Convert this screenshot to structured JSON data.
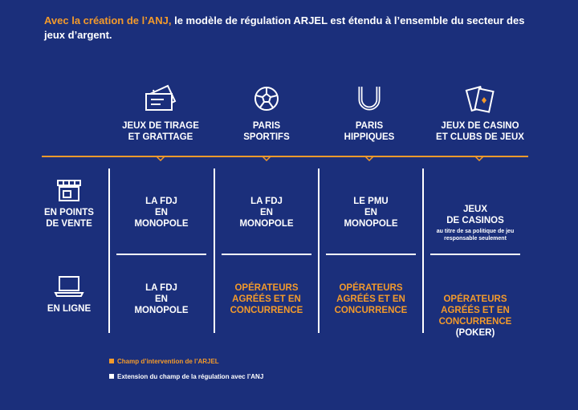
{
  "intro": {
    "highlight": "Avec la création de l’ANJ,",
    "text": " le modèle de régulation ARJEL est étendu à l’ensemble du secteur des jeux d’argent."
  },
  "categories": [
    {
      "label": "JEUX DE TIRAGE\nET GRATTAGE",
      "icon": "lottery-ticket-icon"
    },
    {
      "label": "PARIS\nSPORTIFS",
      "icon": "football-icon"
    },
    {
      "label": "PARIS\nHIPPIQUES",
      "icon": "horseshoe-icon"
    },
    {
      "label": "JEUX DE CASINO\nET CLUBS DE JEUX",
      "icon": "playing-cards-icon"
    }
  ],
  "rows": [
    {
      "label": "EN POINTS\nDE VENTE",
      "icon": "shop-icon"
    },
    {
      "label": "EN LIGNE",
      "icon": "laptop-icon"
    }
  ],
  "cells": {
    "r1": [
      {
        "text": "LA FDJ\nEN\nMONOPOLE"
      },
      {
        "text": "LA FDJ\nEN\nMONOPOLE"
      },
      {
        "text": "LE PMU\nEN\nMONOPOLE"
      },
      {
        "text": "JEUX\nDE CASINOS",
        "note": "au titre de sa politique de jeu\nresponsable seulement"
      }
    ],
    "r2": [
      {
        "text": "LA FDJ\nEN\nMONOPOLE"
      },
      {
        "text": "OPÉRATEURS\nAGRÉÉS ET EN\nCONCURRENCE"
      },
      {
        "text": "OPÉRATEURS\nAGRÉÉS ET EN\nCONCURRENCE"
      },
      {
        "text": "OPÉRATEURS\nAGRÉÉS ET EN\nCONCURRENCE",
        "extra": "(POKER)"
      }
    ]
  },
  "legend": {
    "arjel": "Champ d’intervention de l’ARJEL",
    "anj": "Extension du champ de la régulation avec l’ANJ"
  },
  "colors": {
    "background": "#1b2f7b",
    "accent": "#f39a2b",
    "text": "#ffffff"
  }
}
